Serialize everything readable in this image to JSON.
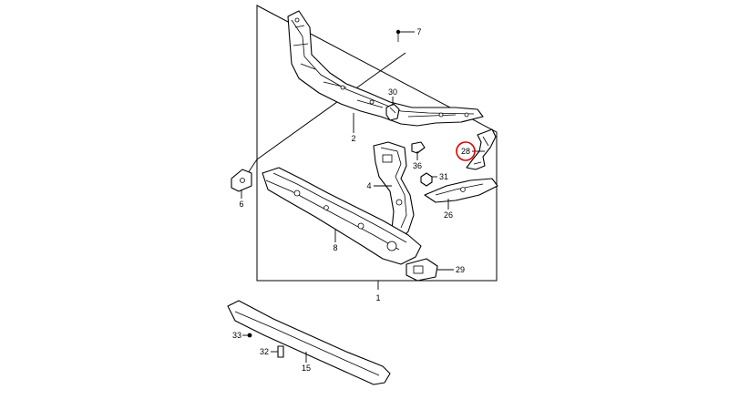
{
  "diagram": {
    "frame_label": "1",
    "highlight_color": "#e00000",
    "callouts": {
      "c2": "2",
      "c4": "4",
      "c6": "6",
      "c7": "7",
      "c8": "8",
      "c15": "15",
      "c26": "26",
      "c28": "28",
      "c29": "29",
      "c30": "30",
      "c31": "31",
      "c32": "32",
      "c33": "33",
      "c36": "36"
    },
    "highlighted_callout": "28"
  }
}
